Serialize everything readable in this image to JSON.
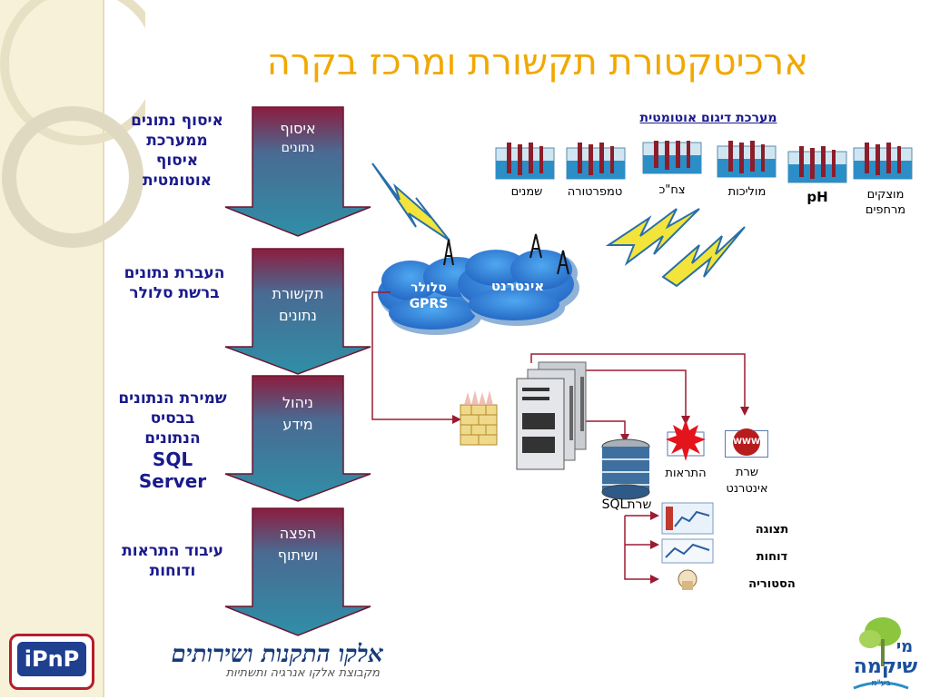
{
  "title": "ארכיטקטורת תקשורת ומרכז בקרה",
  "left_notes": [
    {
      "line1": "איסוף נתונים",
      "line2": "ממערכת",
      "line3": "איסוף",
      "line4": "אוטומטית"
    },
    {
      "line1": "העברת נתונים",
      "line2": "ברשת סלולר"
    },
    {
      "line1": "שמירת הנתונים",
      "line2": "בבסיס",
      "line3": "הנתונים",
      "line4": "SQL",
      "line5": "Server"
    },
    {
      "line1": "עיבוד התראות",
      "line2": "ודוחות"
    }
  ],
  "stages": [
    {
      "line1": "איסוף",
      "line2": "נתונים"
    },
    {
      "line1": "תקשורת",
      "line2": "נתונים"
    },
    {
      "line1": "ניהול",
      "line2": "מידע"
    },
    {
      "line1": "הפצה",
      "line2": "ושיתוף"
    }
  ],
  "sampling": {
    "title": "מערכת דיגום אוטומטית",
    "units": [
      {
        "label": "שמנים"
      },
      {
        "label": "טמפרטורה"
      },
      {
        "label": "צח\"כ"
      },
      {
        "label": "מוליכות"
      },
      {
        "label": "pH"
      },
      {
        "line1": "מוצקים",
        "line2": "מרחפים"
      }
    ]
  },
  "network": {
    "cellular": {
      "line1": "סלולר",
      "line2": "GPRS"
    },
    "internet": "אינטרנט"
  },
  "server": {
    "sql_label": "שרתSQL",
    "alerts_label": "התראות",
    "web_line1": "שרת",
    "web_line2": "אינטרנט",
    "www_text": "WWW"
  },
  "outputs": {
    "display": "תצוגה",
    "reports": "דוחות",
    "history": "הסטוריה"
  },
  "footer": {
    "company": "אלקו התקנות ושירותים",
    "subtitle": "מקבוצת אלקו אנרגיה ותשתיות"
  },
  "logo_left": {
    "text": "iPnP"
  },
  "logo_right": {
    "line1": "מי",
    "line2": "שיקמה",
    "line3": "בע\"מ"
  },
  "colors": {
    "title": "#f2a800",
    "arrow_top": "#2f8fa8",
    "arrow_bottom": "#8c1d3f",
    "left_text": "#1a1a8c"
  }
}
